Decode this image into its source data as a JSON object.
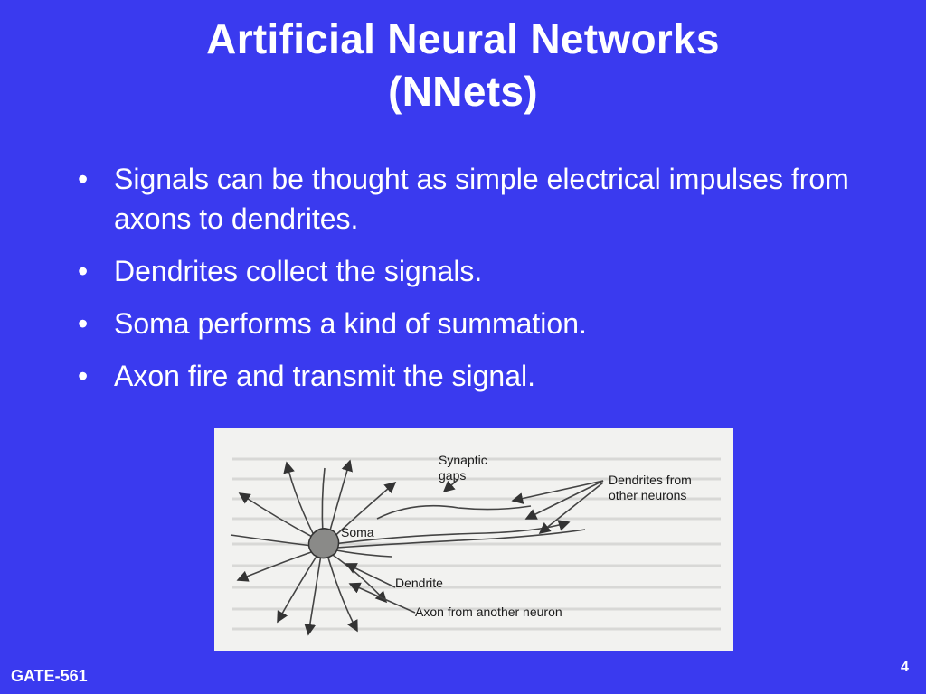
{
  "slide": {
    "title_line1": "Artificial Neural Networks",
    "title_line2": "(NNets)",
    "bullets": [
      "Signals can be thought as simple electrical impulses from axons to dendrites.",
      "Dendrites collect the signals.",
      "Soma performs a kind of summation.",
      "Axon fire and transmit the signal."
    ],
    "bullet_glyph": "•",
    "figure": {
      "labels": {
        "synaptic_gaps": "Synaptic gaps",
        "dendrites_from": "Dendrites from other neurons",
        "soma": "Soma",
        "dendrite": "Dendrite",
        "axon_from": "Axon from another neuron"
      }
    },
    "footer": "GATE-561",
    "page_number": "4",
    "colors": {
      "background": "#3a3aef",
      "text": "#ffffff",
      "figure_background": "#f2f2f0"
    }
  }
}
